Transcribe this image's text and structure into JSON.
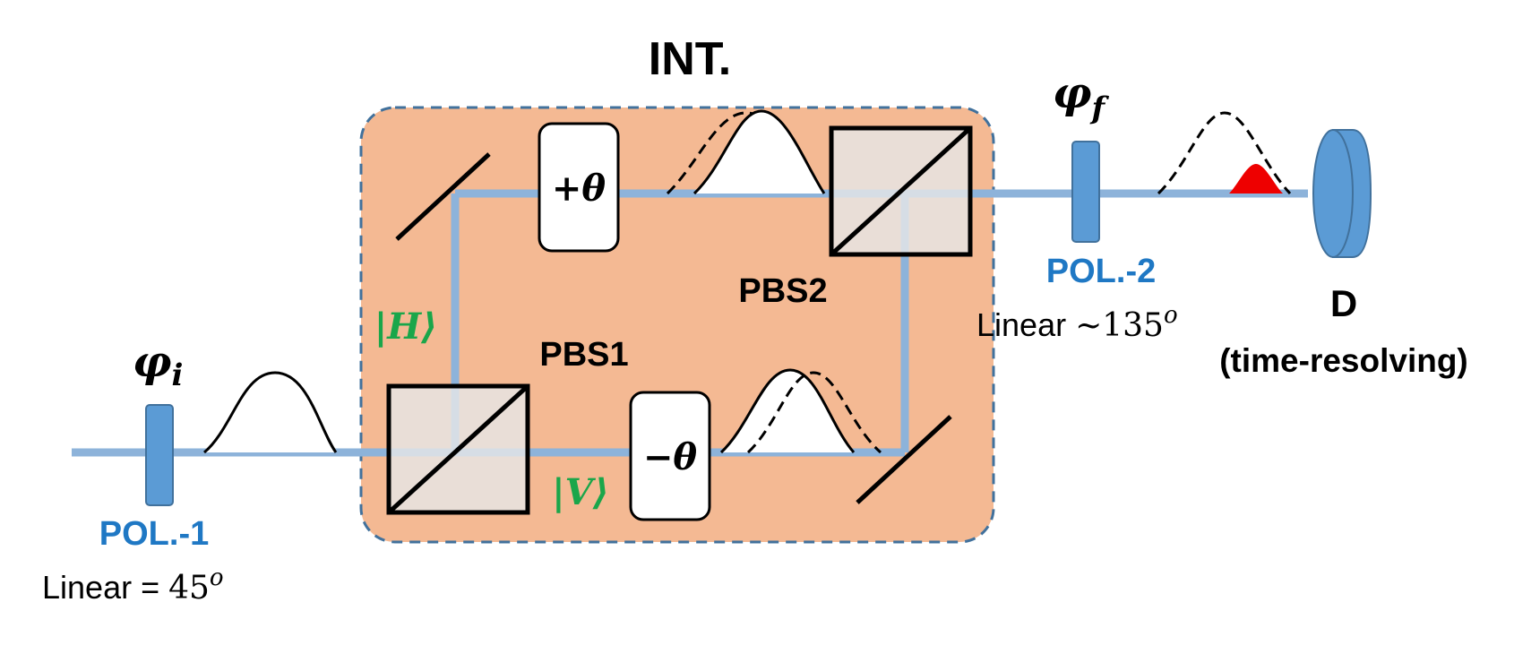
{
  "diagram": {
    "interferometer_label": "INT.",
    "pbs1_label": "PBS1",
    "pbs2_label": "PBS2",
    "phase_plus": "+θ",
    "phase_minus": "−θ",
    "state_h": "|H⟩",
    "state_v": "|V⟩",
    "phi_i": {
      "base": "φ",
      "sub": "i"
    },
    "phi_f": {
      "base": "φ",
      "sub": "f"
    },
    "pol1": {
      "name": "POL.-1",
      "setting_prefix": "Linear = ",
      "setting_value": "45",
      "setting_sup": "o"
    },
    "pol2": {
      "name": "POL.-2",
      "setting_prefix": "Linear ",
      "setting_value": "~135",
      "setting_sup": "o"
    },
    "detector": {
      "name": "D",
      "description": "(time-resolving)"
    },
    "colors": {
      "beam": "#8db3da",
      "interferometer_fill": "#f4b993",
      "interferometer_border": "#41719c",
      "component_blue": "#5b9bd5",
      "label_blue": "#1f78c4",
      "state_green": "#1aa64a",
      "cube_fill": "#e6e6e6",
      "signal_red": "#ee0000"
    }
  }
}
